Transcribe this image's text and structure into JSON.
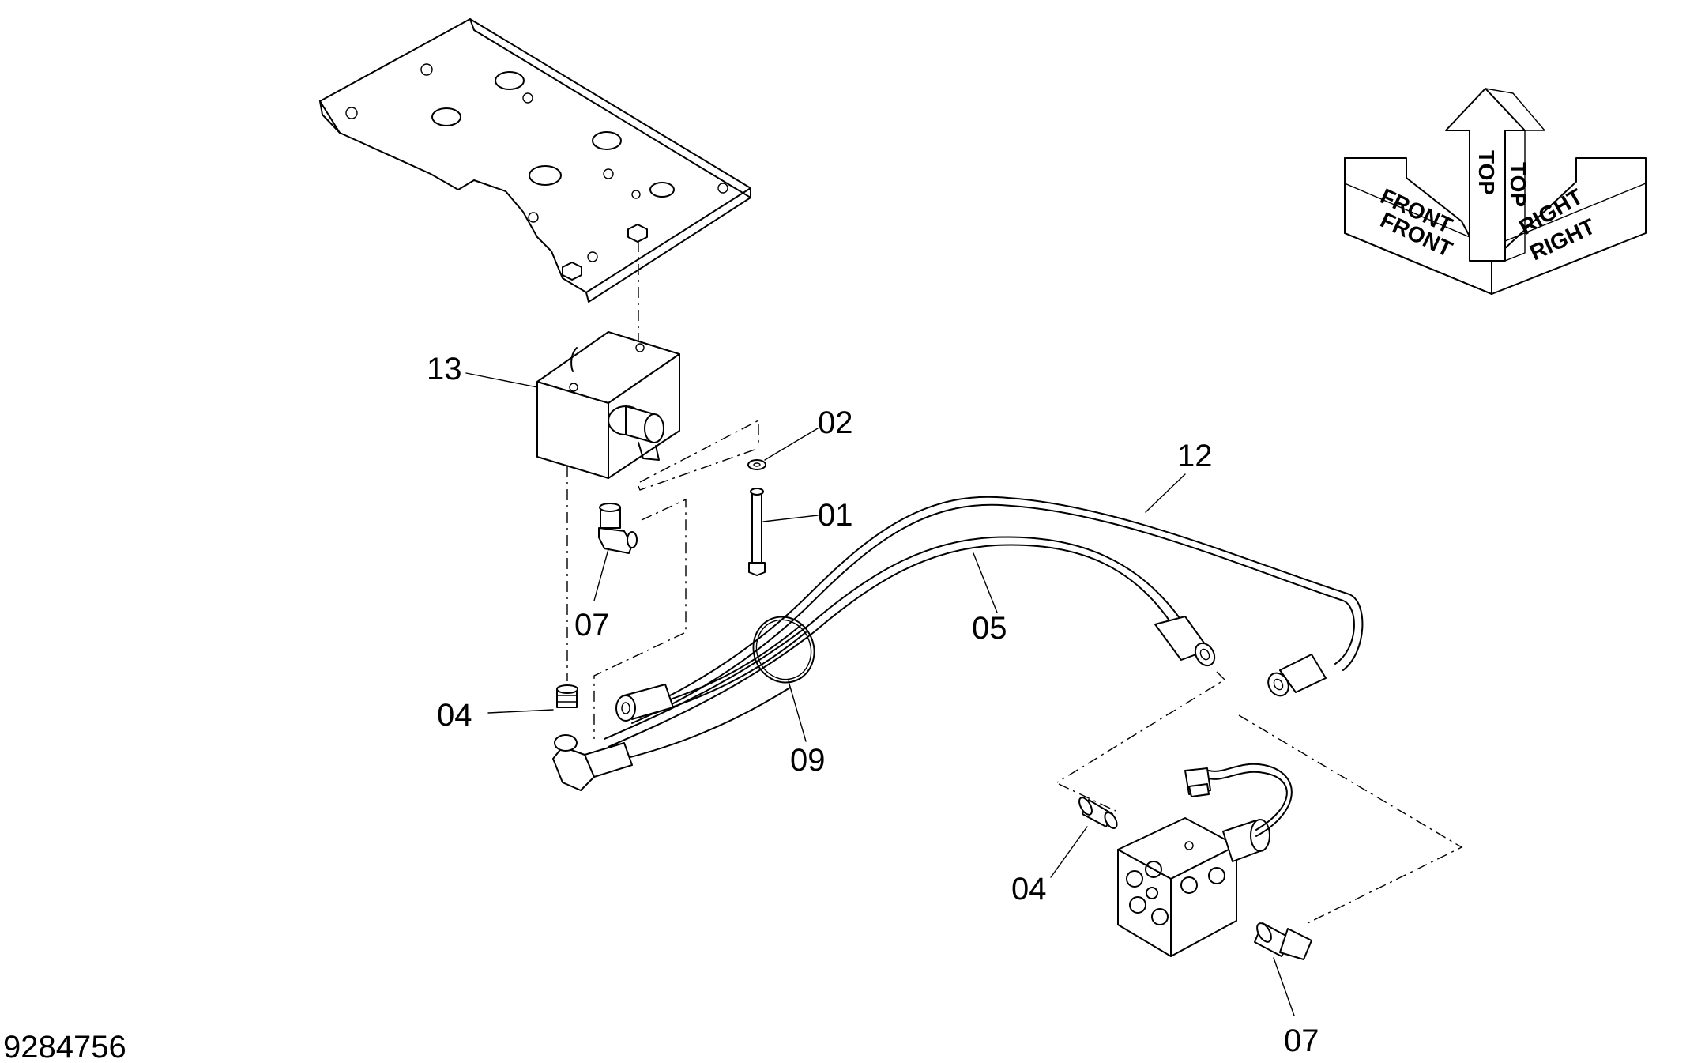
{
  "document": {
    "figure_number": "9284756"
  },
  "callouts": [
    {
      "id": "13",
      "label": "13"
    },
    {
      "id": "02",
      "label": "02"
    },
    {
      "id": "01",
      "label": "01"
    },
    {
      "id": "12",
      "label": "12"
    },
    {
      "id": "07a",
      "label": "07"
    },
    {
      "id": "05",
      "label": "05"
    },
    {
      "id": "04a",
      "label": "04"
    },
    {
      "id": "09",
      "label": "09"
    },
    {
      "id": "04b",
      "label": "04"
    },
    {
      "id": "07b",
      "label": "07"
    }
  ],
  "orientation": {
    "front_top": "FRONT",
    "front_bottom": "FRONT",
    "top_left": "TOP",
    "top_right": "TOP",
    "right_top": "RIGHT",
    "right_bottom": "RIGHT"
  }
}
